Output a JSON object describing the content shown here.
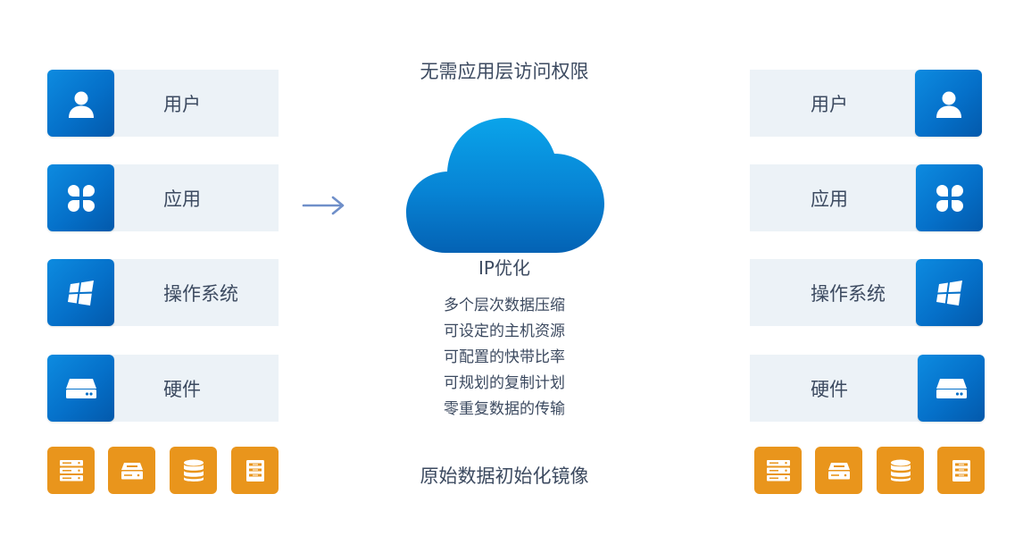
{
  "header": "无需应用层访问权限",
  "footer": "原始数据初始化镜像",
  "cloud": {
    "title": "IP优化",
    "features": [
      "多个层次数据压缩",
      "可设定的主机资源",
      "可配置的快带比率",
      "可规划的复制计划",
      "零重复数据的传输"
    ]
  },
  "source": {
    "layers": [
      {
        "label": "用户",
        "icon": "user-icon"
      },
      {
        "label": "应用",
        "icon": "apps-icon"
      },
      {
        "label": "操作系统",
        "icon": "windows-icon"
      },
      {
        "label": "硬件",
        "icon": "hardware-icon"
      }
    ],
    "storage": [
      "server-rack-icon",
      "drive-icon",
      "database-icon",
      "file-cabinet-icon"
    ]
  },
  "target": {
    "layers": [
      {
        "label": "用户",
        "icon": "user-icon"
      },
      {
        "label": "应用",
        "icon": "apps-icon"
      },
      {
        "label": "操作系统",
        "icon": "windows-icon"
      },
      {
        "label": "硬件",
        "icon": "hardware-icon"
      }
    ],
    "storage": [
      "server-rack-icon",
      "drive-icon",
      "database-icon",
      "file-cabinet-icon"
    ]
  },
  "colors": {
    "primary_blue": "#0570c9",
    "storage_orange": "#e9951c",
    "label_bg": "#ecf2f7",
    "text": "#3c4a60",
    "arrow": "#6f8fc9"
  }
}
